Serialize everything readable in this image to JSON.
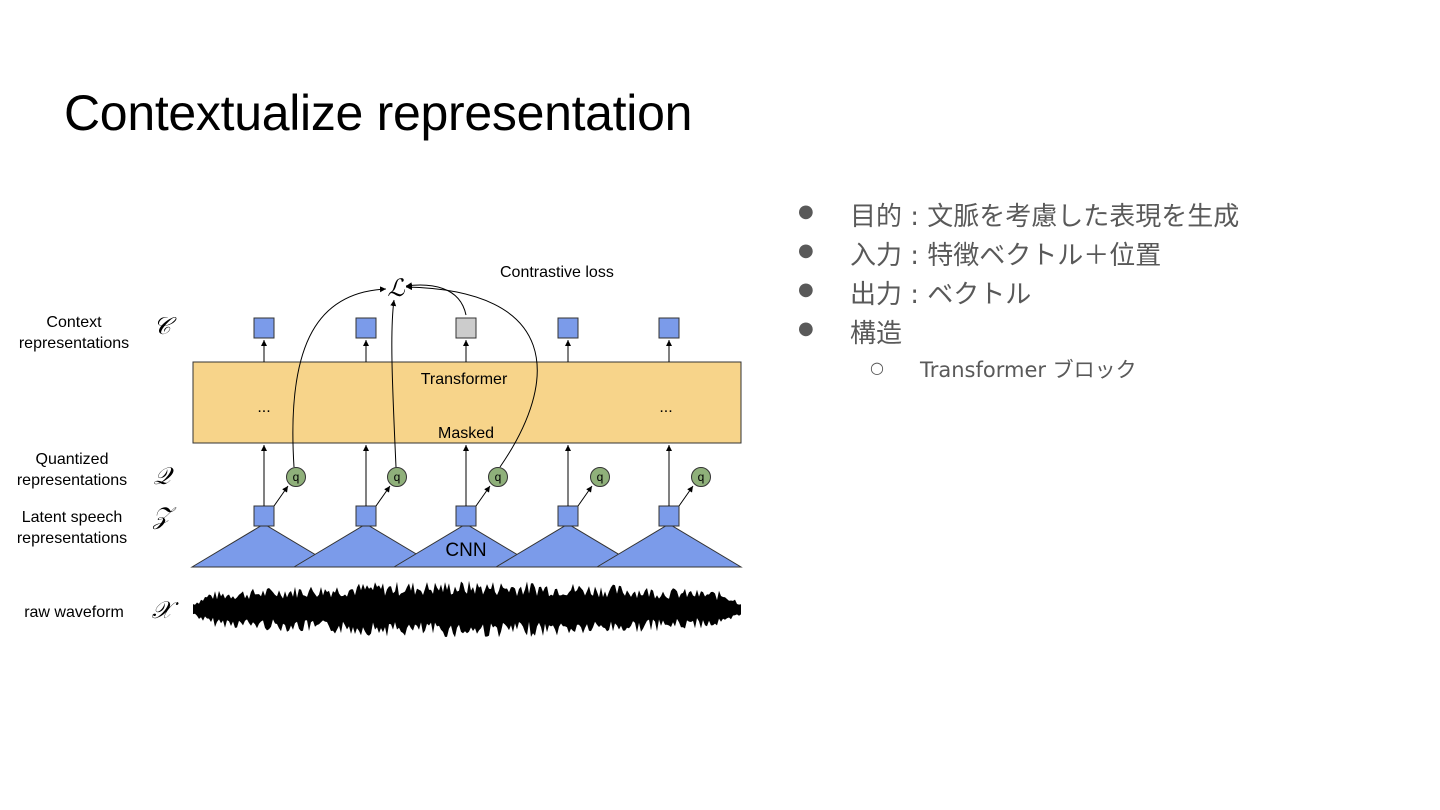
{
  "slide": {
    "title": "Contextualize representation"
  },
  "diagram": {
    "row_labels": {
      "context_line1": "Context",
      "context_line2": "representations",
      "quantized_line1": "Quantized",
      "quantized_line2": "representations",
      "latent_line1": "Latent speech",
      "latent_line2": "representations",
      "raw": "raw waveform"
    },
    "symbols": {
      "context": "𝒞",
      "quantized": "𝒬",
      "latent": "𝒵",
      "raw": "𝒳",
      "loss": "ℒ"
    },
    "loss_label": "Contrastive loss",
    "transformer_label": "Transformer",
    "masked_label": "Masked",
    "ellipsis_left": "...",
    "ellipsis_right": "...",
    "cnn_label": "CNN",
    "quantizer_label": "q",
    "colors": {
      "node_blue": "#7b9bea",
      "node_masked": "#cccccc",
      "transformer_fill": "#f7d48a",
      "quantizer_green": "#8fb07a",
      "waveform": "#000000"
    }
  },
  "bullets": [
    {
      "level": 1,
      "marker": "●",
      "text": "目的 : 文脈を考慮した表現を生成"
    },
    {
      "level": 1,
      "marker": "●",
      "text": "入力 : 特徴ベクトル＋位置"
    },
    {
      "level": 1,
      "marker": "●",
      "text": "出力 : ベクトル"
    },
    {
      "level": 1,
      "marker": "●",
      "text": "構造"
    },
    {
      "level": 2,
      "marker": "○",
      "text": "Transformer ブロック"
    }
  ]
}
